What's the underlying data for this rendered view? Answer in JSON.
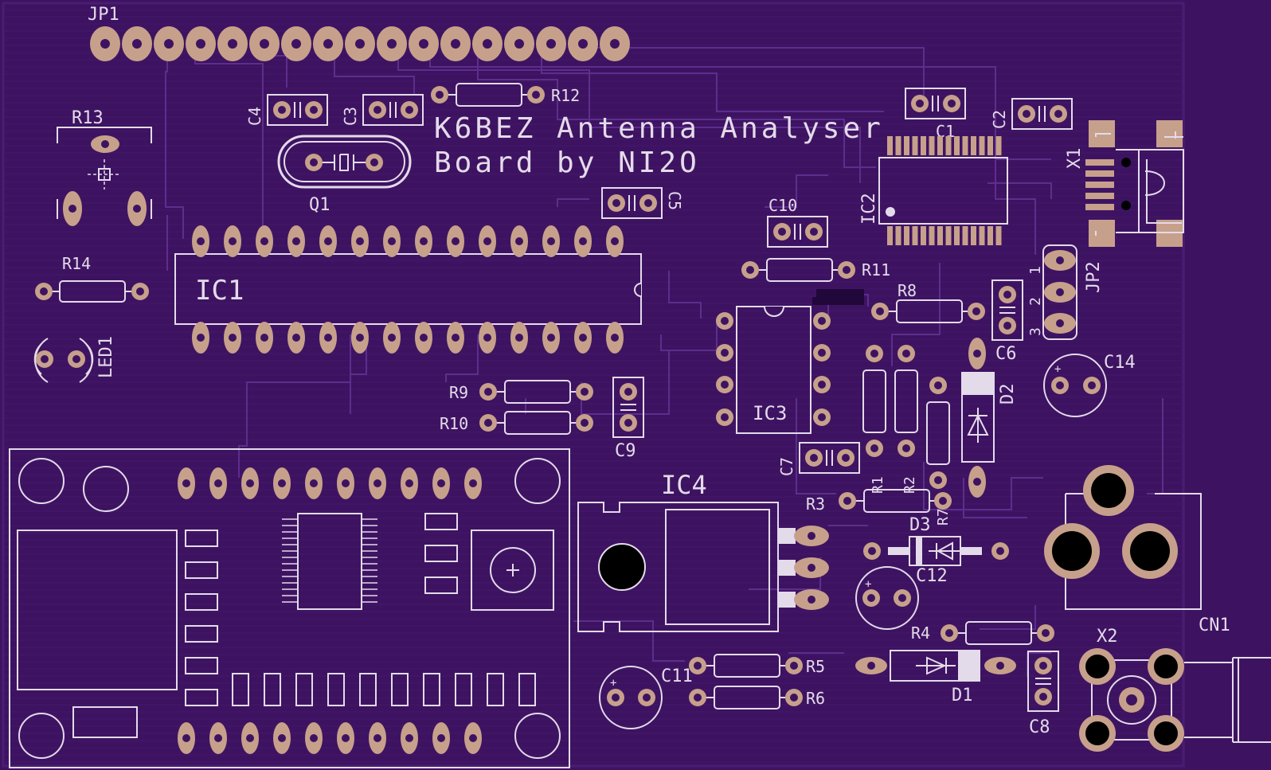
{
  "colors": {
    "board": "#3d1361",
    "board_edge": "#43186a",
    "trace": "#5b2c89",
    "pad": "#c7a08b",
    "hole": "#3d1361",
    "silk": "#e4dbea",
    "drill": "#000000",
    "white": "#ffffff"
  },
  "board_title": [
    "K6BEZ Antenna Analyser",
    "Board by NI2O"
  ],
  "components": {
    "jp1": "JP1",
    "r13": "R13",
    "r14": "R14",
    "led1": "LED1",
    "c4": "C4",
    "c3": "C3",
    "r12": "R12",
    "q1": "Q1",
    "c5": "C5",
    "ic1": "IC1",
    "c1": "C1",
    "c2": "C2",
    "x1": "X1",
    "ic2": "IC2",
    "c10": "C10",
    "r11": "R11",
    "jp2": "JP2",
    "jp2_pins": [
      "1",
      "2",
      "3"
    ],
    "r8": "R8",
    "c6": "C6",
    "c14": "C14",
    "ic3": "IC3",
    "d2": "D2",
    "r9": "R9",
    "r10": "R10",
    "c9": "C9",
    "c7": "C7",
    "r1": "R1",
    "r2": "R2",
    "r7": "R7",
    "r3": "R3",
    "d3": "D3",
    "ic4": "IC4",
    "c12": "C12",
    "cn1": "CN1",
    "r4": "R4",
    "x2": "X2",
    "c11": "C11",
    "r5": "R5",
    "r6": "R6",
    "d1": "D1",
    "c8": "C8"
  }
}
